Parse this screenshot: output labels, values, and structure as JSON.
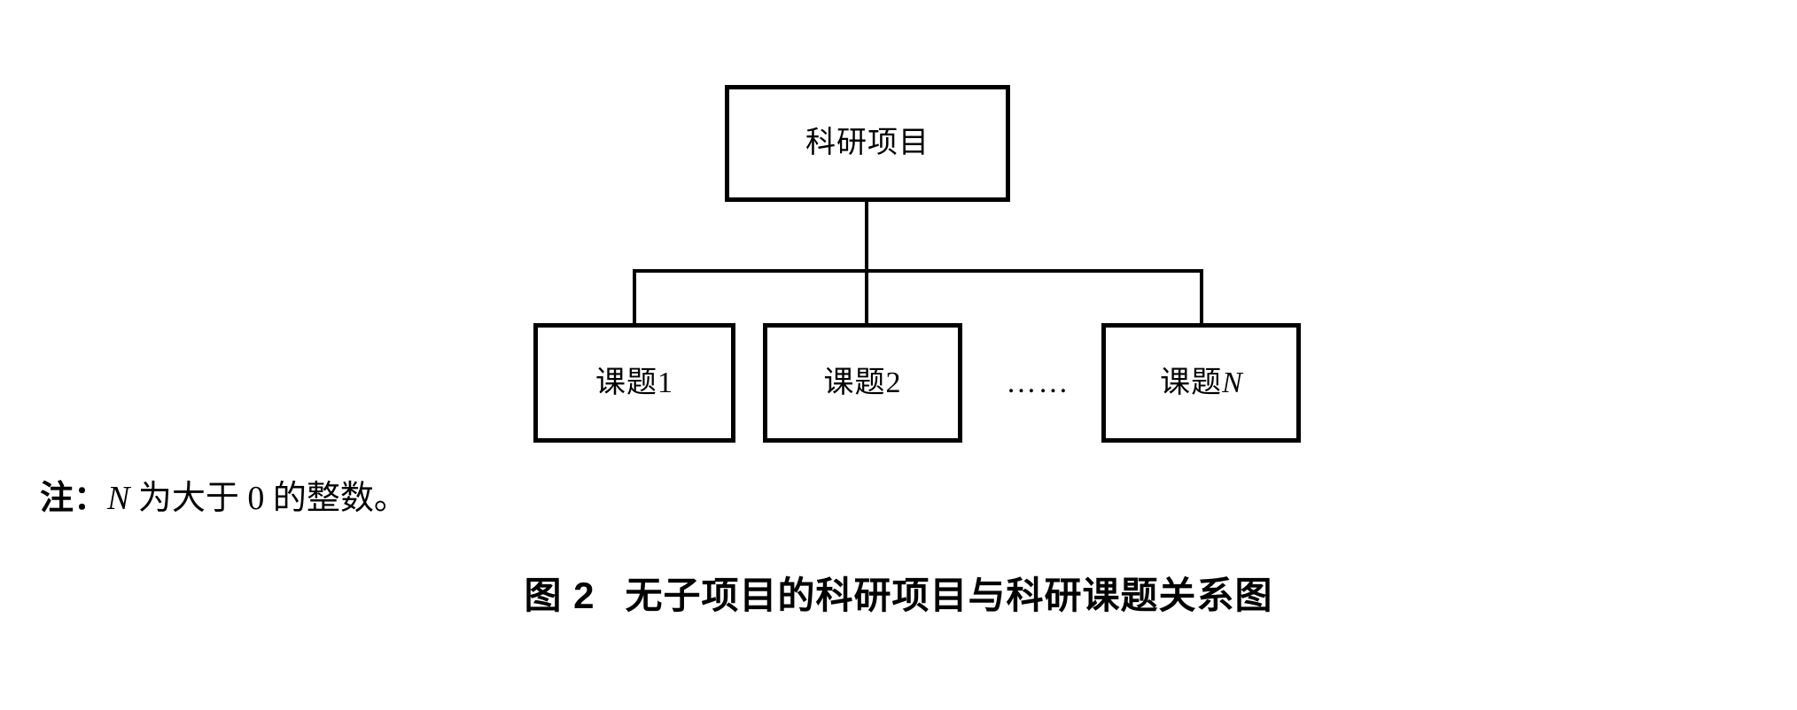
{
  "figure": {
    "caption_number": "图 2",
    "caption_title": "无子项目的科研项目与科研课题关系图",
    "note": {
      "lead": "注：",
      "variable": "N",
      "text_before_zero": " 为大于 ",
      "zero": "0",
      "text_after_zero": " 的整数。"
    },
    "ellipsis": "……"
  },
  "diagram": {
    "type": "tree",
    "root": {
      "label": "科研项目"
    },
    "children": [
      {
        "label": "课题1",
        "base": "课题",
        "index": "1"
      },
      {
        "label": "课题2",
        "base": "课题",
        "index": "2"
      },
      {
        "label": "课题N",
        "base": "课题",
        "index": "N"
      }
    ],
    "colors": {
      "line": "#000000",
      "box_fill": "#ffffff",
      "text": "#000000",
      "background": "#ffffff"
    }
  }
}
